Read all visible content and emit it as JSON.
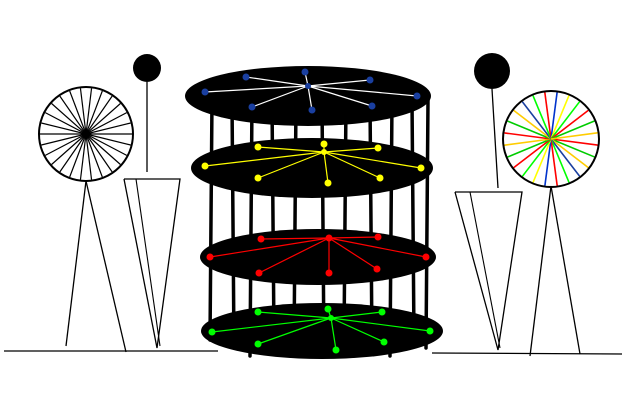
{
  "colors": {
    "background": "#ffffff",
    "ink": "#000000",
    "tier_top": "#ffffff",
    "tier_top_dots": "#1a3fa0",
    "tier_2": "#ffff00",
    "tier_3": "#ff0000",
    "tier_bottom": "#00ff00",
    "right_wheel_spokes": [
      "#ff0000",
      "#00cc00",
      "#ffcc00",
      "#1a3fa0",
      "#00ff00",
      "#ff0000",
      "#0033cc",
      "#ffff00",
      "#00ff00",
      "#ff0000",
      "#00cc00",
      "#ffcc00"
    ]
  },
  "figures": {
    "left": {
      "icons": [
        "stick-figure",
        "black-spoked-wheel",
        "open-box"
      ]
    },
    "right": {
      "icons": [
        "stick-figure",
        "colored-spoked-wheel",
        "open-box"
      ]
    }
  },
  "centerpiece": {
    "icon": "four-tier-cylindrical-stack",
    "tier_count": 4
  }
}
